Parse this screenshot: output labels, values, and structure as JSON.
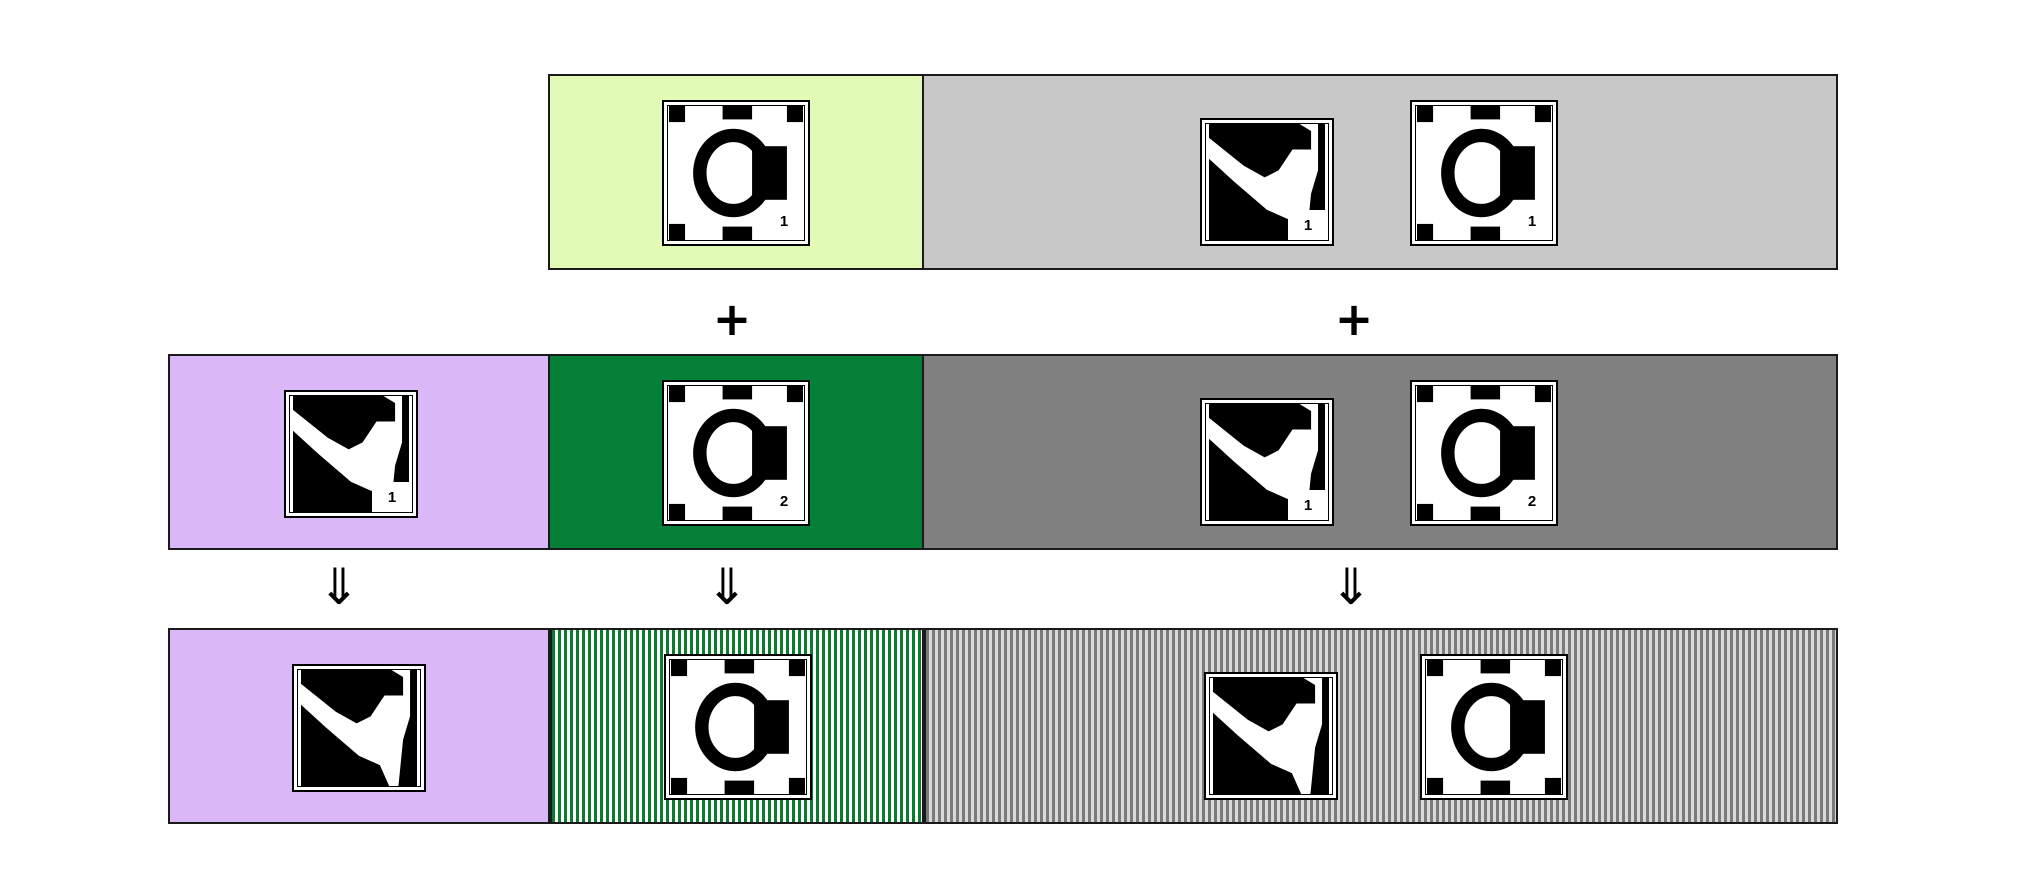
{
  "colors": {
    "light_green": "#e1fbb7",
    "light_gray": "#c8c8c8",
    "lavender": "#dab8f8",
    "dark_green": "#058038",
    "mid_gray": "#808080",
    "stripe_green": "#0a7d2c",
    "stripe_gray": "#7a7a7a"
  },
  "operators": {
    "plus": "+",
    "arrow": "⇓"
  },
  "rows": {
    "top": {
      "green_tiles": [
        {
          "icon": "ring-pattern-icon",
          "label": "1"
        }
      ],
      "gray_tiles": [
        {
          "icon": "bird-pattern-icon",
          "label": "1"
        },
        {
          "icon": "ring-pattern-icon",
          "label": "1"
        }
      ]
    },
    "middle": {
      "purple_tiles": [
        {
          "icon": "bird-pattern-icon",
          "label": "1"
        }
      ],
      "green_tiles": [
        {
          "icon": "ring-pattern-icon",
          "label": "2"
        }
      ],
      "gray_tiles": [
        {
          "icon": "bird-pattern-icon",
          "label": "1"
        },
        {
          "icon": "ring-pattern-icon",
          "label": "2"
        }
      ]
    },
    "bottom": {
      "purple_tiles": [
        {
          "icon": "bird-pattern-icon"
        }
      ],
      "green_tiles": [
        {
          "icon": "ring-pattern-icon"
        }
      ],
      "gray_tiles": [
        {
          "icon": "bird-pattern-icon"
        },
        {
          "icon": "ring-pattern-icon"
        }
      ]
    }
  }
}
